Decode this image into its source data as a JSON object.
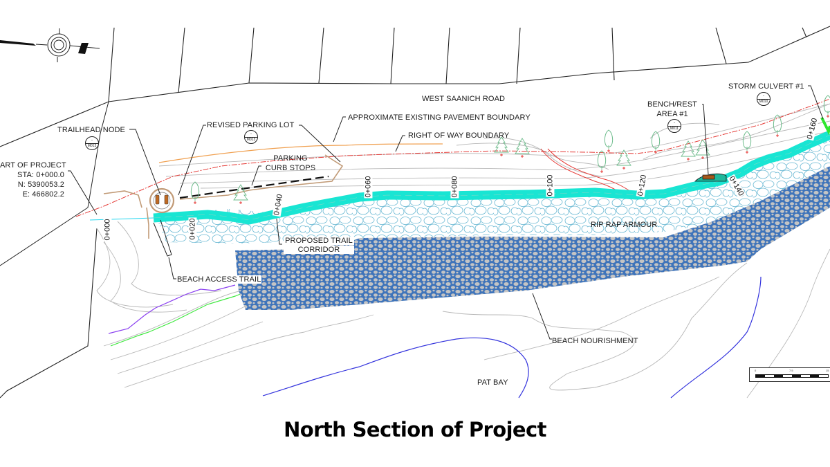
{
  "caption": "North Section of Project",
  "road": {
    "name": "WEST SAANICH ROAD"
  },
  "water_body": "PAT BAY",
  "start_of_project": {
    "title": "ART OF PROJECT",
    "station": "STA: 0+000.0",
    "northing": "N: 5390053.2",
    "easting": "E: 466802.2"
  },
  "callouts": {
    "trailhead_node": "TRAILHEAD NODE",
    "revised_parking_lot": "REVISED PARKING LOT",
    "pavement_boundary": "APPROXIMATE EXISTING PAVEMENT BOUNDARY",
    "right_of_way": "RIGHT OF WAY BOUNDARY",
    "parking_curb_stops_1": "PARKING",
    "parking_curb_stops_2": "CURB STOPS",
    "proposed_trail_1": "PROPOSED TRAIL",
    "proposed_trail_2": "CORRIDOR",
    "beach_access_trail": "BEACH ACCESS TRAIL",
    "rip_rap_armour": "RIP RAP ARMOUR",
    "beach_nourishment": "BEACH NOURISHMENT",
    "bench_rest_1": "BENCH/REST",
    "bench_rest_2": "AREA #1",
    "storm_culvert": "STORM CULVERT #1"
  },
  "detail_refs": {
    "trailhead": {
      "top": "-",
      "sheet": "M013"
    },
    "parking": {
      "top": "-",
      "sheet": "M013"
    },
    "bench": {
      "top": "-",
      "sheet": "M011"
    },
    "culvert": {
      "top": "-",
      "sheet": "M010"
    }
  },
  "stations": [
    "0+000",
    "0+020",
    "0+040",
    "0+060",
    "0+080",
    "0+100",
    "0+120",
    "0+140",
    "0+160"
  ],
  "scale_bar": {
    "ticks": [
      "0",
      "7.5",
      "15"
    ],
    "unit": "M"
  },
  "colors": {
    "trail": "#19e5d3",
    "right_of_way": "#e53935",
    "pavement": "#f0a050",
    "riprap": "#5fb5d0",
    "nourishment": "#3d72b8",
    "nourishment_stone": "#c7c7c7",
    "contour": "#b5b5b5",
    "purple_contour": "#8a3ff0",
    "green_contour": "#3ee83e",
    "blue_contour": "#3333dd",
    "tree": "#6bbb8a",
    "parking_edge": "#c19a76"
  }
}
